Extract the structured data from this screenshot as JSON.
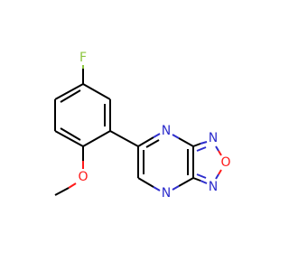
{
  "molecule": {
    "atoms": {
      "fluorine": "F",
      "oxygen_methoxy": "O",
      "nitrogen_pyrazine_top": "N",
      "nitrogen_pyrazine_bottom": "N",
      "nitrogen_oxadiazole_top": "N",
      "oxygen_oxadiazole": "O",
      "nitrogen_oxadiazole_bottom": "N"
    },
    "colors": {
      "carbon_bond": "#000000",
      "nitrogen": "#2d2dcc",
      "oxygen": "#ff1a1a",
      "fluorine": "#8cc63f"
    }
  }
}
